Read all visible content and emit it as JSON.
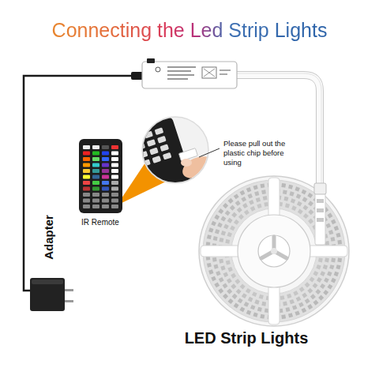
{
  "diagram": {
    "title": "Connecting the Led Strip Lights",
    "labels": [
      "Adapter",
      "IR Remote",
      "Please pull out the plastic chip before using",
      "LED Strip Lights"
    ]
  }
}
